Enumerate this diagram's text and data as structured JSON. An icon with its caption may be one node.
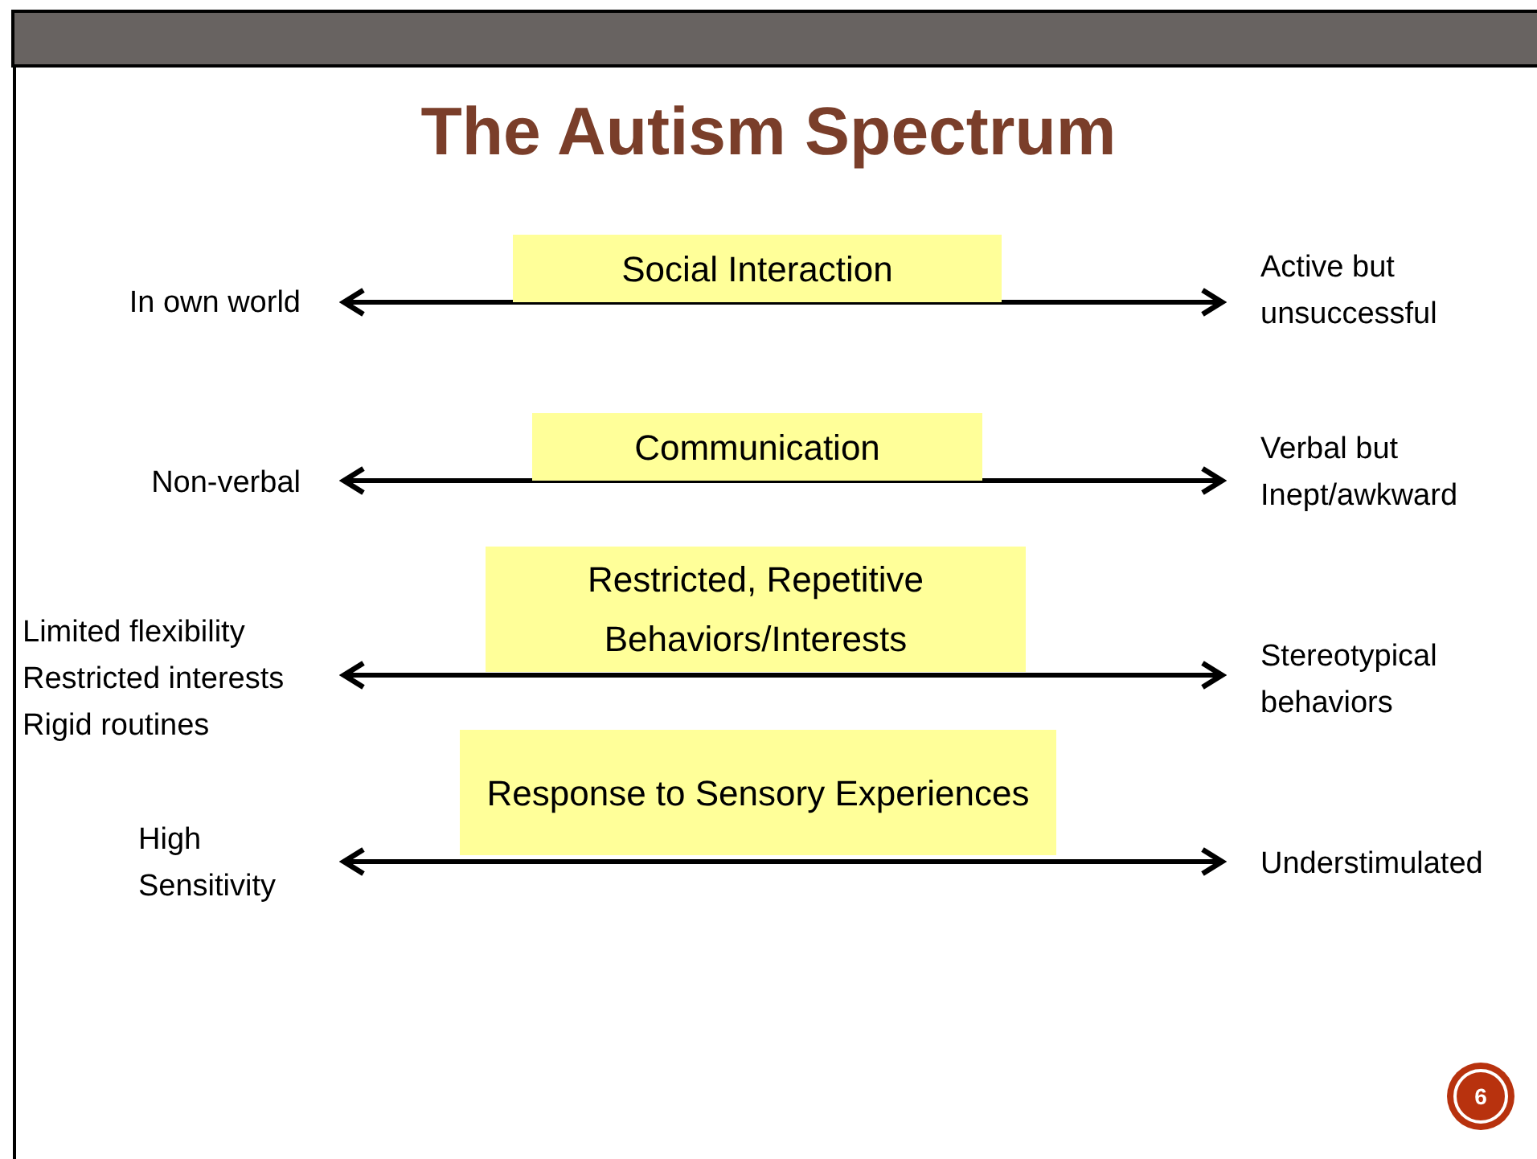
{
  "diagram": {
    "title": "The Autism Spectrum",
    "nodes": [
      {
        "text": [
          "Social Interaction"
        ]
      },
      {
        "text": [
          "In own world"
        ]
      },
      {
        "text": [
          "Active but unsuccessful"
        ]
      },
      {
        "text": [
          "Communication"
        ]
      },
      {
        "text": [
          "Non-verbal"
        ]
      },
      {
        "text": [
          "Verbal but Inept/awkward"
        ]
      },
      {
        "text": [
          "Restricted, Repetitive Behaviors/Interests"
        ]
      },
      {
        "text": [
          "Limited flexibility",
          "Restricted interests",
          "Rigid routines"
        ]
      },
      {
        "text": [
          "Stereotypical behaviors"
        ]
      },
      {
        "text": [
          "Response to Sensory Experiences"
        ]
      },
      {
        "text": [
          "High Sensitivity"
        ]
      },
      {
        "text": [
          "Understimulated"
        ]
      }
    ],
    "edges": [
      {
        "from": 1,
        "to": 2,
        "arrow": "both"
      },
      {
        "from": 4,
        "to": 5,
        "arrow": "both"
      },
      {
        "from": 7,
        "to": 8,
        "arrow": "both"
      },
      {
        "from": 10,
        "to": 11,
        "arrow": "both"
      }
    ],
    "labels": [
      "6"
    ]
  }
}
